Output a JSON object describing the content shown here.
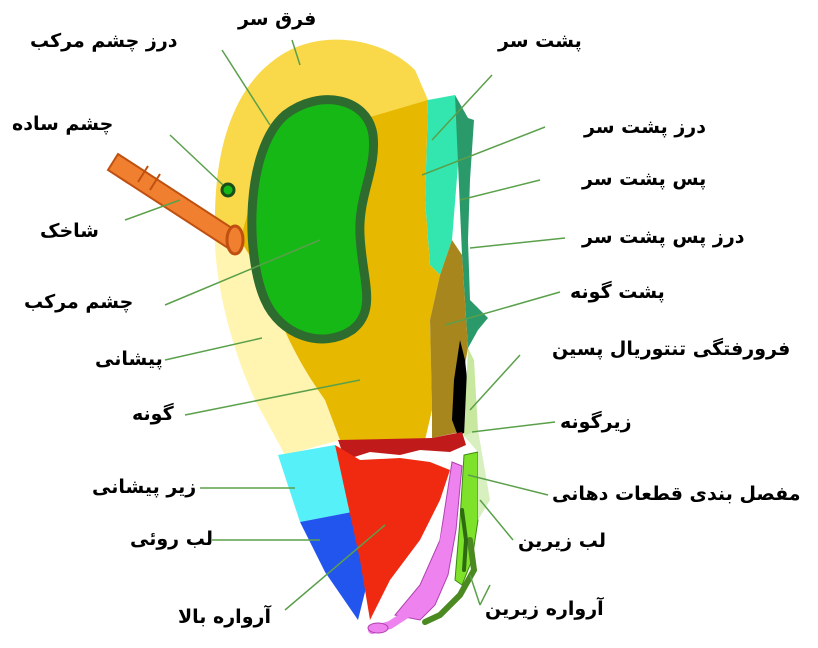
{
  "labels": {
    "compound_eye_suture": "درز چشم مرکب",
    "vertex": "فرق سر",
    "occiput": "پشت سر",
    "ocellus": "چشم ساده",
    "occipital_suture": "درز پشت سر",
    "postocciput": "پس پشت سر",
    "antenna": "شاخک",
    "postoccipital_suture": "درز پس پشت سر",
    "compound_eye": "چشم مرکب",
    "postgena": "پشت گونه",
    "frons": "پیشانی",
    "posterior_tentorial_pit": "فرورفتگی تنتوریال پسین",
    "gena": "گونه",
    "subgena": "زیرگونه",
    "clypeus": "زیر پیشانی",
    "mouthparts_articulation": "مفصل بندی قطعات دهانی",
    "labrum": "لب  روئی",
    "labium": "لب زیرین",
    "mandible": "آرواره بالا",
    "maxilla": "آرواره زیرین"
  },
  "colors": {
    "vertex": "#f9d84a",
    "gena": "#e6b800",
    "frons": "#fff4b0",
    "compound_eye": "#16b816",
    "eye_rim": "#2e6b2e",
    "occiput": "#33e6b0",
    "postocciput": "#2a9a6a",
    "postgena": "#a8861e",
    "clypeus": "#55f0f8",
    "labrum": "#2255ee",
    "mandible": "#f02a10",
    "subgena_band": "#c01a1a",
    "maxilla": "#ee82ee",
    "labium": "#7ee22a",
    "antenna": "#f08030"
  }
}
